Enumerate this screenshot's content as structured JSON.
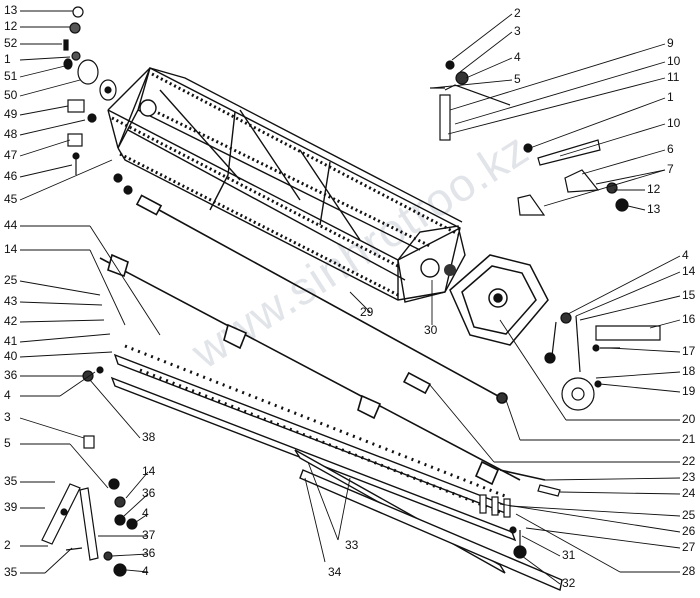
{
  "diagram": {
    "watermark": "www.sinhrotroo.kz",
    "callouts_left": [
      "13",
      "12",
      "52",
      "1",
      "51",
      "50",
      "49",
      "48",
      "47",
      "46",
      "45",
      "44",
      "14",
      "25",
      "43",
      "42",
      "41",
      "40",
      "36",
      "4",
      "3",
      "5",
      "35",
      "39",
      "2",
      "35"
    ],
    "callouts_top_right": [
      "2",
      "3",
      "4",
      "5",
      "9",
      "10",
      "11",
      "1",
      "10",
      "6",
      "7",
      "12",
      "13"
    ],
    "callouts_right": [
      "4",
      "14",
      "15",
      "16",
      "17",
      "18",
      "19",
      "20",
      "21",
      "22",
      "23",
      "24",
      "25",
      "26",
      "27",
      "28"
    ],
    "callouts_bottom": [
      "38",
      "14",
      "36",
      "4",
      "37",
      "36",
      "4",
      "33",
      "34",
      "31",
      "32",
      "29",
      "30"
    ]
  }
}
